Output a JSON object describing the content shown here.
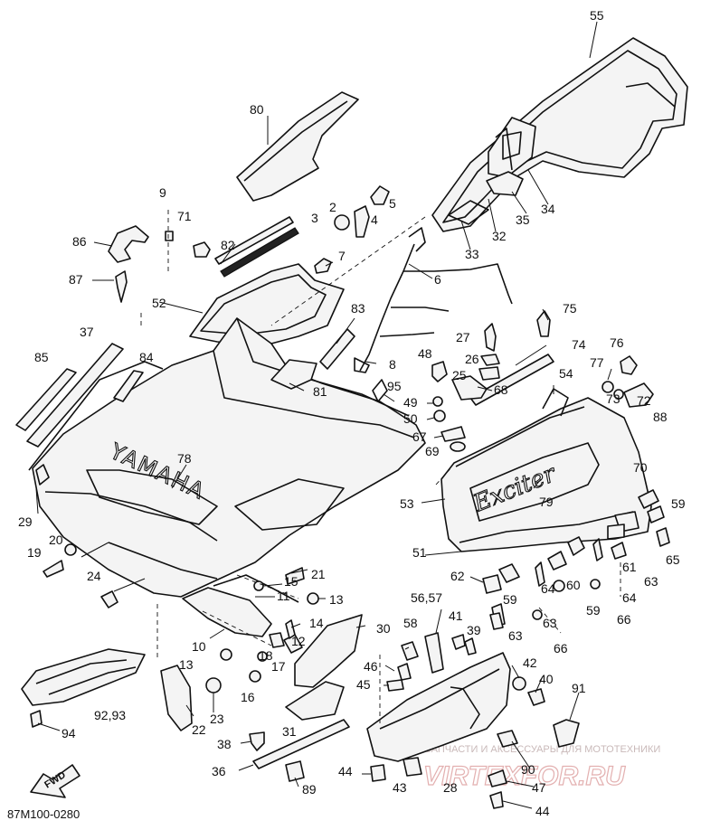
{
  "drawing_code": "87M100-0280",
  "direction_marker": "FWD",
  "hood_logo": "YAMAHA",
  "side_panel_logo": "Exciter",
  "watermark": {
    "caption": "ЗАПЧАСТИ И АКСЕССУАРЫ ДЛЯ МОТОТЕХНИКИ",
    "logo": "VIRTEXFOR.RU"
  },
  "callouts": [
    {
      "id": "c55",
      "label": "55"
    },
    {
      "id": "c80",
      "label": "80"
    },
    {
      "id": "c34",
      "label": "34"
    },
    {
      "id": "c35",
      "label": "35"
    },
    {
      "id": "c32",
      "label": "32"
    },
    {
      "id": "c33",
      "label": "33"
    },
    {
      "id": "c9",
      "label": "9"
    },
    {
      "id": "c71",
      "label": "71"
    },
    {
      "id": "c2",
      "label": "2"
    },
    {
      "id": "c5",
      "label": "5"
    },
    {
      "id": "c3",
      "label": "3"
    },
    {
      "id": "c4",
      "label": "4"
    },
    {
      "id": "c86",
      "label": "86"
    },
    {
      "id": "c82",
      "label": "82"
    },
    {
      "id": "c7",
      "label": "7"
    },
    {
      "id": "c6",
      "label": "6"
    },
    {
      "id": "c87",
      "label": "87"
    },
    {
      "id": "c52",
      "label": "52"
    },
    {
      "id": "c83",
      "label": "83"
    },
    {
      "id": "c75",
      "label": "75"
    },
    {
      "id": "c37",
      "label": "37"
    },
    {
      "id": "c27",
      "label": "27"
    },
    {
      "id": "c74",
      "label": "74"
    },
    {
      "id": "c85",
      "label": "85"
    },
    {
      "id": "c84",
      "label": "84"
    },
    {
      "id": "c8",
      "label": "8"
    },
    {
      "id": "c48",
      "label": "48"
    },
    {
      "id": "c26",
      "label": "26"
    },
    {
      "id": "c76",
      "label": "76"
    },
    {
      "id": "c25",
      "label": "25"
    },
    {
      "id": "c77",
      "label": "77"
    },
    {
      "id": "c54",
      "label": "54"
    },
    {
      "id": "c81",
      "label": "81"
    },
    {
      "id": "c95",
      "label": "95"
    },
    {
      "id": "c68",
      "label": "68"
    },
    {
      "id": "c73",
      "label": "73"
    },
    {
      "id": "c72",
      "label": "72"
    },
    {
      "id": "c49",
      "label": "49"
    },
    {
      "id": "c88",
      "label": "88"
    },
    {
      "id": "c50",
      "label": "50"
    },
    {
      "id": "c67",
      "label": "67"
    },
    {
      "id": "c69",
      "label": "69"
    },
    {
      "id": "c78",
      "label": "78"
    },
    {
      "id": "c70",
      "label": "70"
    },
    {
      "id": "c53",
      "label": "53"
    },
    {
      "id": "c79",
      "label": "79"
    },
    {
      "id": "c29",
      "label": "29"
    },
    {
      "id": "c59a",
      "label": "59"
    },
    {
      "id": "c20",
      "label": "20"
    },
    {
      "id": "c19",
      "label": "19"
    },
    {
      "id": "c65",
      "label": "65"
    },
    {
      "id": "c51",
      "label": "51"
    },
    {
      "id": "c61",
      "label": "61"
    },
    {
      "id": "c21",
      "label": "21"
    },
    {
      "id": "c63a",
      "label": "63"
    },
    {
      "id": "c24",
      "label": "24"
    },
    {
      "id": "c62",
      "label": "62"
    },
    {
      "id": "c15",
      "label": "15"
    },
    {
      "id": "c60",
      "label": "60"
    },
    {
      "id": "c64a",
      "label": "64"
    },
    {
      "id": "c11",
      "label": "11"
    },
    {
      "id": "c13a",
      "label": "13"
    },
    {
      "id": "c59b",
      "label": "59"
    },
    {
      "id": "c64b",
      "label": "64"
    },
    {
      "id": "c59c",
      "label": "59"
    },
    {
      "id": "c56_57",
      "label": "56,57"
    },
    {
      "id": "c63b",
      "label": "63"
    },
    {
      "id": "c66a",
      "label": "66"
    },
    {
      "id": "c14",
      "label": "14"
    },
    {
      "id": "c41",
      "label": "41"
    },
    {
      "id": "c30",
      "label": "30"
    },
    {
      "id": "c58",
      "label": "58"
    },
    {
      "id": "c39",
      "label": "39"
    },
    {
      "id": "c63c",
      "label": "63"
    },
    {
      "id": "c10",
      "label": "10"
    },
    {
      "id": "c18",
      "label": "18"
    },
    {
      "id": "c12",
      "label": "12"
    },
    {
      "id": "c66b",
      "label": "66"
    },
    {
      "id": "c13b",
      "label": "13"
    },
    {
      "id": "c17",
      "label": "17"
    },
    {
      "id": "c42",
      "label": "42"
    },
    {
      "id": "c46",
      "label": "46"
    },
    {
      "id": "c40",
      "label": "40"
    },
    {
      "id": "c16",
      "label": "16"
    },
    {
      "id": "c45",
      "label": "45"
    },
    {
      "id": "c23",
      "label": "23"
    },
    {
      "id": "c91",
      "label": "91"
    },
    {
      "id": "c92_93",
      "label": "92,93"
    },
    {
      "id": "c22",
      "label": "22"
    },
    {
      "id": "c31",
      "label": "31"
    },
    {
      "id": "c94",
      "label": "94"
    },
    {
      "id": "c38",
      "label": "38"
    },
    {
      "id": "c90",
      "label": "90"
    },
    {
      "id": "c36",
      "label": "36"
    },
    {
      "id": "c44a",
      "label": "44"
    },
    {
      "id": "c43",
      "label": "43"
    },
    {
      "id": "c28",
      "label": "28"
    },
    {
      "id": "c47",
      "label": "47"
    },
    {
      "id": "c89",
      "label": "89"
    },
    {
      "id": "c44b",
      "label": "44"
    }
  ]
}
